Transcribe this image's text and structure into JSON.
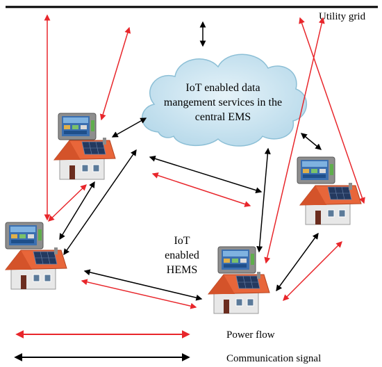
{
  "grid": {
    "label": "Utility grid"
  },
  "cloud": {
    "lines": [
      "IoT enabled data",
      "mangement services in the",
      "central EMS"
    ]
  },
  "hems": {
    "lines": [
      "IoT",
      "enabled",
      "HEMS"
    ]
  },
  "legend": {
    "power": "Power flow",
    "communication": "Communication signal"
  },
  "colors": {
    "power": "#e8262b",
    "communication": "#000000",
    "cloud": "#c9e4f0",
    "roof": "#e8663a",
    "wall": "#e6e6e6"
  },
  "icons": {
    "house": "house-with-solar-panel-icon",
    "monitor": "hems-monitor-icon",
    "cloud": "cloud-icon"
  }
}
